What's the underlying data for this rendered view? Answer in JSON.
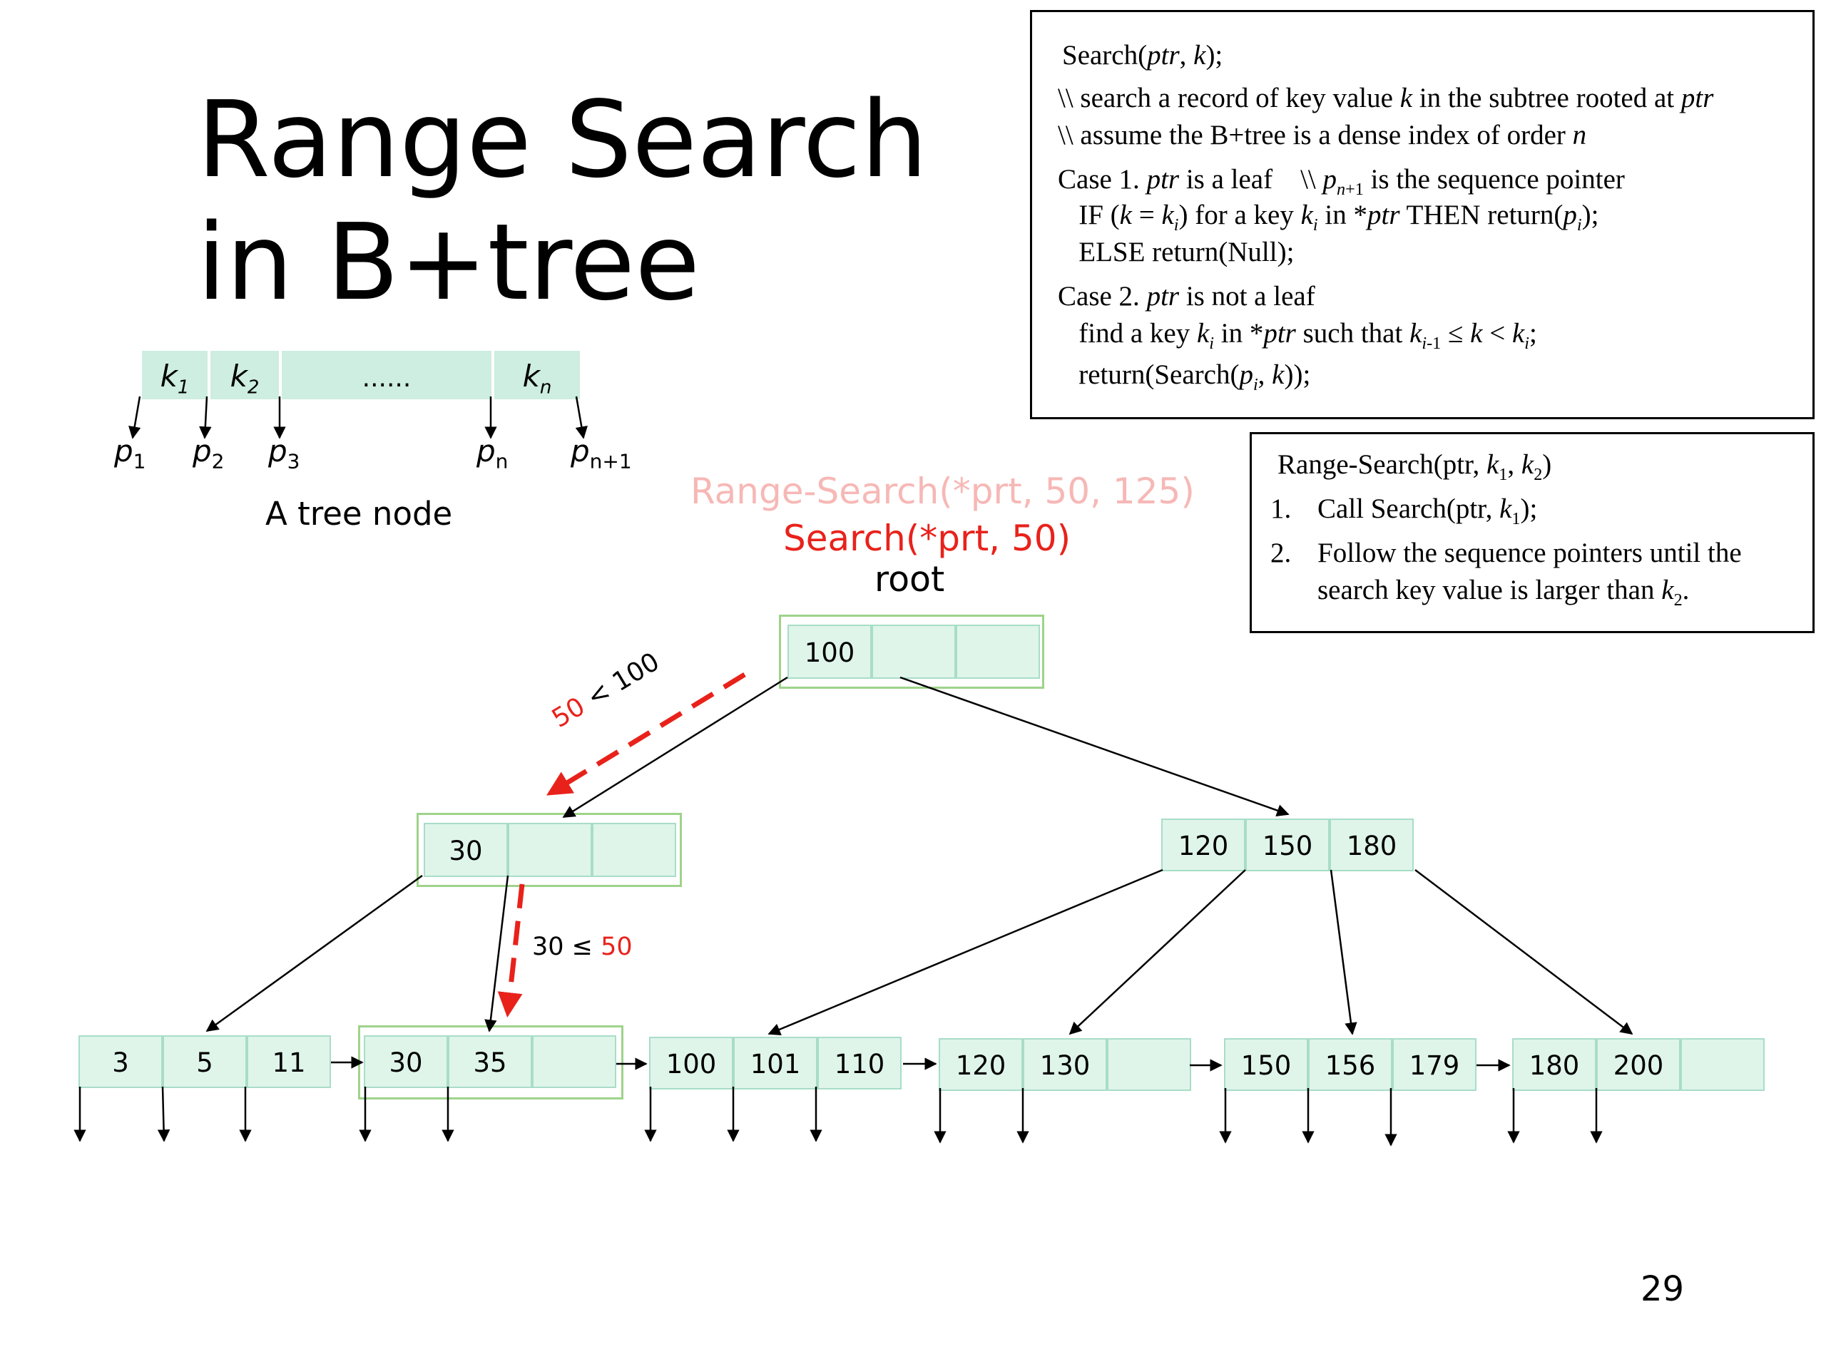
{
  "slide": {
    "title_line1": "Range Search",
    "title_line2": "in B+tree",
    "page_number": "29"
  },
  "tree_node": {
    "keys": [
      {
        "base": "k",
        "sub": "1"
      },
      {
        "base": "k",
        "sub": "2"
      },
      {
        "base": "......",
        "sub": ""
      },
      {
        "base": "k",
        "sub": "n"
      }
    ],
    "pointers": [
      {
        "base": "p",
        "sub": "1"
      },
      {
        "base": "p",
        "sub": "2"
      },
      {
        "base": "p",
        "sub": "3"
      },
      {
        "base": "p",
        "sub": "n"
      },
      {
        "base": "p",
        "sub": "n+1"
      }
    ],
    "caption": "A tree node"
  },
  "search_code": {
    "lines": [
      "Search(<i>ptr</i>, <i>k</i>);",
      "\\\\ search a record of key value <i>k</i> in the subtree rooted at <i>ptr</i>",
      "\\\\ assume the B+tree is a dense index of order <i>n</i>",
      "Case 1. <i>ptr</i> is a leaf &nbsp;&nbsp;&nbsp;\\\\ <i>p</i><sub><i>n</i>+1</sub> is the sequence pointer",
      "&nbsp;&nbsp;&nbsp;IF (<i>k</i> = <i>k<sub>i</sub></i>) for a key <i>k<sub>i</sub></i> in *<i>ptr</i> THEN return(<i>p<sub>i</sub></i>);",
      "&nbsp;&nbsp;&nbsp;ELSE return(Null);",
      "Case 2. <i>ptr</i> is not a leaf",
      "&nbsp;&nbsp;&nbsp;find a key <i>k<sub>i</sub></i> in *<i>ptr</i> such that <i>k</i><sub><i>i</i>-1</sub> ≤ <i>k</i> &lt; <i>k<sub>i</sub></i>;",
      "&nbsp;&nbsp;&nbsp;return(Search(<i>p<sub>i</sub></i>, <i>k</i>));"
    ]
  },
  "range_code": {
    "header": "Range-Search(ptr, <i>k</i><sub>1</sub>, <i>k</i><sub>2</sub>)",
    "steps": [
      {
        "num": "1.",
        "text": "Call Search(ptr, <i>k</i><sub>1</sub>);"
      },
      {
        "num": "2.",
        "text": "Follow the sequence pointers until the"
      },
      {
        "num": "",
        "text": "search key value is larger than <i>k</i><sub>2</sub>."
      }
    ]
  },
  "annotations": {
    "range_call": "Range-Search(*prt, 50, 125)",
    "search_call": "Search(*prt, 50)",
    "root_label": "root",
    "edge1_red": "50",
    "edge1_black": " < 100",
    "edge2_black": "30 ≤ ",
    "edge2_red": "50"
  },
  "colors": {
    "highlight_red": "#e8221b",
    "faded_red": "#f6b8b6",
    "cell_fill": "#dff5ea",
    "cell_border": "#a8ddc8",
    "node_highlight": "#9ed38a"
  },
  "tree": {
    "root": [
      "100",
      "",
      ""
    ],
    "internal_left": [
      "30",
      "",
      ""
    ],
    "internal_right": [
      "120",
      "150",
      "180"
    ],
    "leaves": [
      [
        "3",
        "5",
        "11"
      ],
      [
        "30",
        "35",
        ""
      ],
      [
        "100",
        "101",
        "110"
      ],
      [
        "120",
        "130",
        ""
      ],
      [
        "150",
        "156",
        "179"
      ],
      [
        "180",
        "200",
        ""
      ]
    ]
  }
}
